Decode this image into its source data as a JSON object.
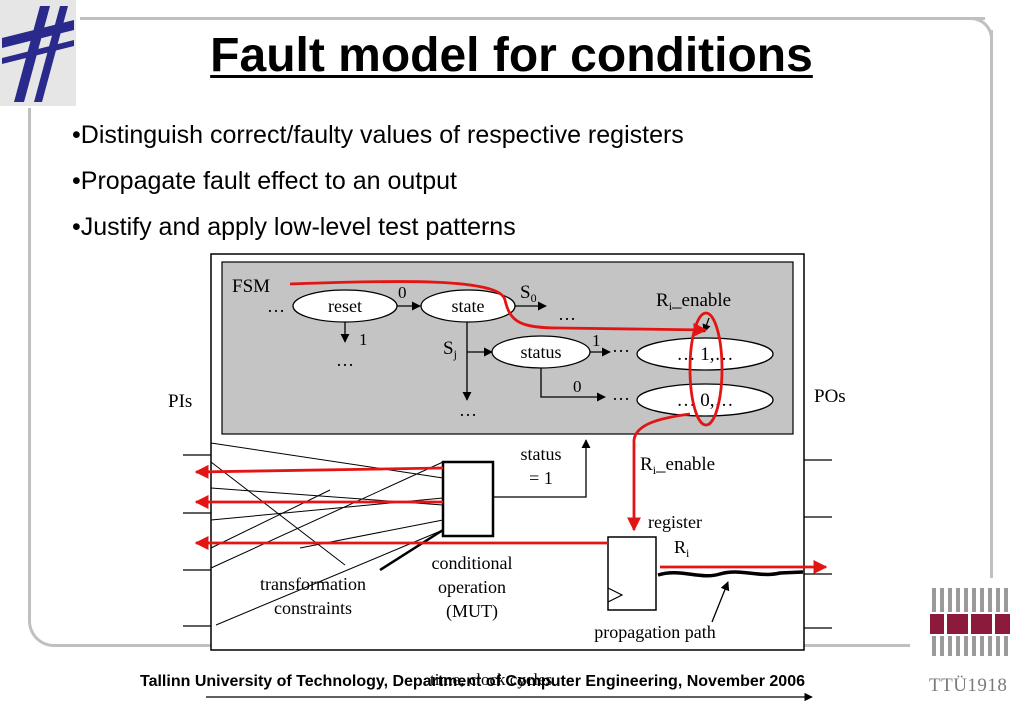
{
  "slide": {
    "title": "Fault model for conditions",
    "bullets": [
      "Distinguish correct/faulty values of respective registers",
      "Propagate fault effect to an output",
      "Justify and apply low-level test patterns"
    ]
  },
  "diagram": {
    "fsm_label": "FSM",
    "reset": "reset",
    "state": "state",
    "status": "status",
    "edge_reset_state": "0",
    "edge_reset_down": "1",
    "edge_status_upper": "1",
    "edge_status_lower": "0",
    "s0_main": "S",
    "s0_sub": "0",
    "sj_main": "S",
    "sj_sub": "j",
    "ellipsis": "…",
    "enable_value_1": "… 1,…",
    "enable_value_0": "… 0,…",
    "ri_enable_top": {
      "main": "R",
      "sub": "i",
      "rest": "_enable"
    },
    "ri_enable_mid": {
      "main": "R",
      "sub": "i",
      "rest": "_enable"
    },
    "pis": "PIs",
    "pos": "POs",
    "status_condition": [
      "status",
      "= 1"
    ],
    "register_label": "register",
    "register_name": {
      "main": "R",
      "sub": "i"
    },
    "conditional_operation": [
      "conditional",
      "operation",
      "(MUT)"
    ],
    "transformation_constraints": [
      "transformation",
      "constraints"
    ],
    "propagation_path": "propagation path",
    "time_label": "time, clock cycles"
  },
  "footer": {
    "text": "Tallinn University of Technology, Department of Computer Engineering, November 2006",
    "ttu": "TTÜ1918"
  },
  "colors": {
    "highlight_red": "#e31414",
    "fsm_gray": "#c4c4c4",
    "logo_maroon": "#8b1a3c",
    "logo_blue": "#2a2a8c",
    "frame_gray": "#c0c0c0"
  }
}
